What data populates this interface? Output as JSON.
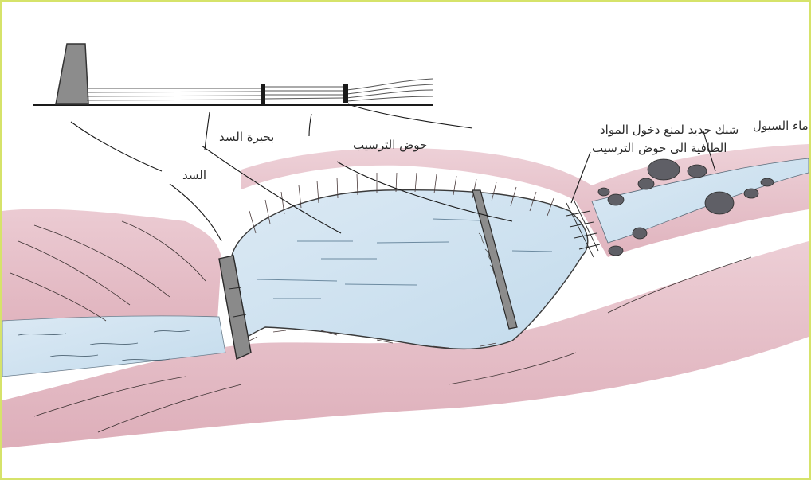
{
  "labels": {
    "flood_water": "ماء السيول",
    "trash_rack_line1": "شبك حديد لمنع دخول المواد",
    "trash_rack_line2": "الطافية الى حوض الترسيب",
    "settling_basin": "حوض الترسيب",
    "dam_lake": "بحيرة السد",
    "dam": "السد"
  },
  "colors": {
    "border": "#d6e36a",
    "bank_pink": "#d9a9b4",
    "water_blue": "#cfe3f0",
    "dam_grey": "#8a8a8a"
  }
}
